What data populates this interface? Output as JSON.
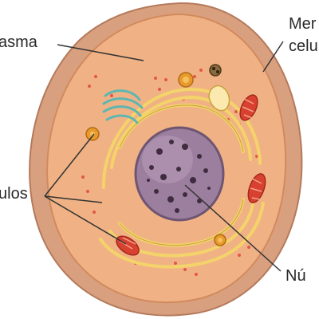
{
  "labels": {
    "citoplasma": "asma",
    "membrana_line1": "Mer",
    "membrana_line2": "celu",
    "organulos": "ulos",
    "nucleo": "Nú"
  },
  "colors": {
    "membrane": "#d9a07f",
    "cytoplasm": "#f0b285",
    "golgi_er": "#f3d36a",
    "nucleus": "#9c7f9f",
    "nucleolus": "#3f2d3f",
    "mitochondria": "#d8402f",
    "golgi": "#5fb6b0",
    "leader_line": "#333333"
  }
}
